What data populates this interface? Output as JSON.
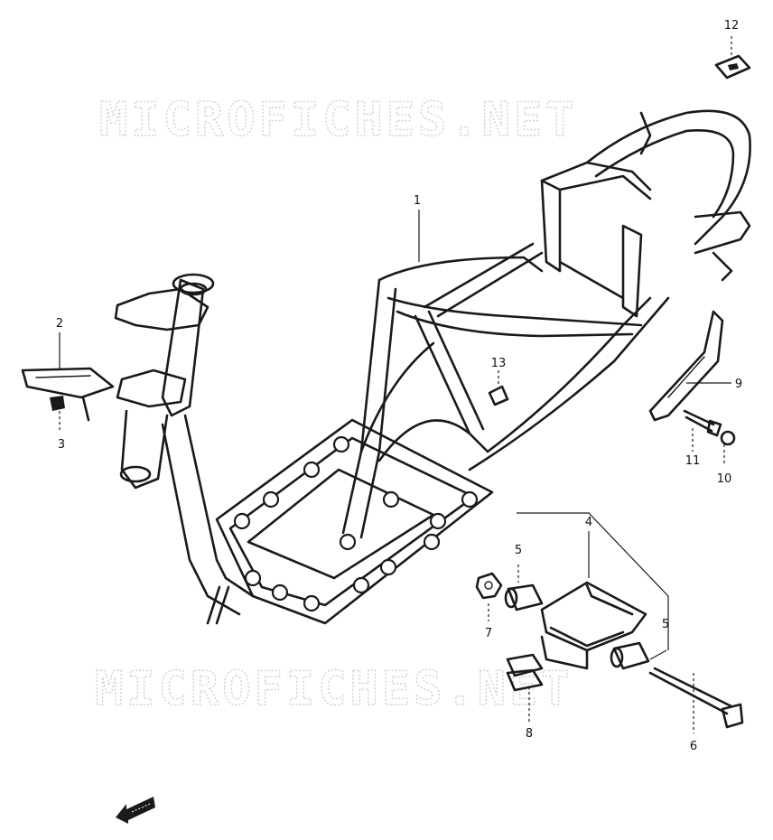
{
  "watermark": "MICROFICHES.NET",
  "callouts": [
    {
      "id": "part-1",
      "label": "1"
    },
    {
      "id": "part-2",
      "label": "2"
    },
    {
      "id": "part-3",
      "label": "3"
    },
    {
      "id": "part-4",
      "label": "4"
    },
    {
      "id": "part-5a",
      "label": "5"
    },
    {
      "id": "part-5b",
      "label": "5"
    },
    {
      "id": "part-6",
      "label": "6"
    },
    {
      "id": "part-7",
      "label": "7"
    },
    {
      "id": "part-8",
      "label": "8"
    },
    {
      "id": "part-9",
      "label": "9"
    },
    {
      "id": "part-10",
      "label": "10"
    },
    {
      "id": "part-11",
      "label": "11"
    },
    {
      "id": "part-12",
      "label": "12"
    },
    {
      "id": "part-13",
      "label": "13"
    }
  ],
  "icons": {
    "front_arrow": "front-direction-arrow-icon"
  }
}
